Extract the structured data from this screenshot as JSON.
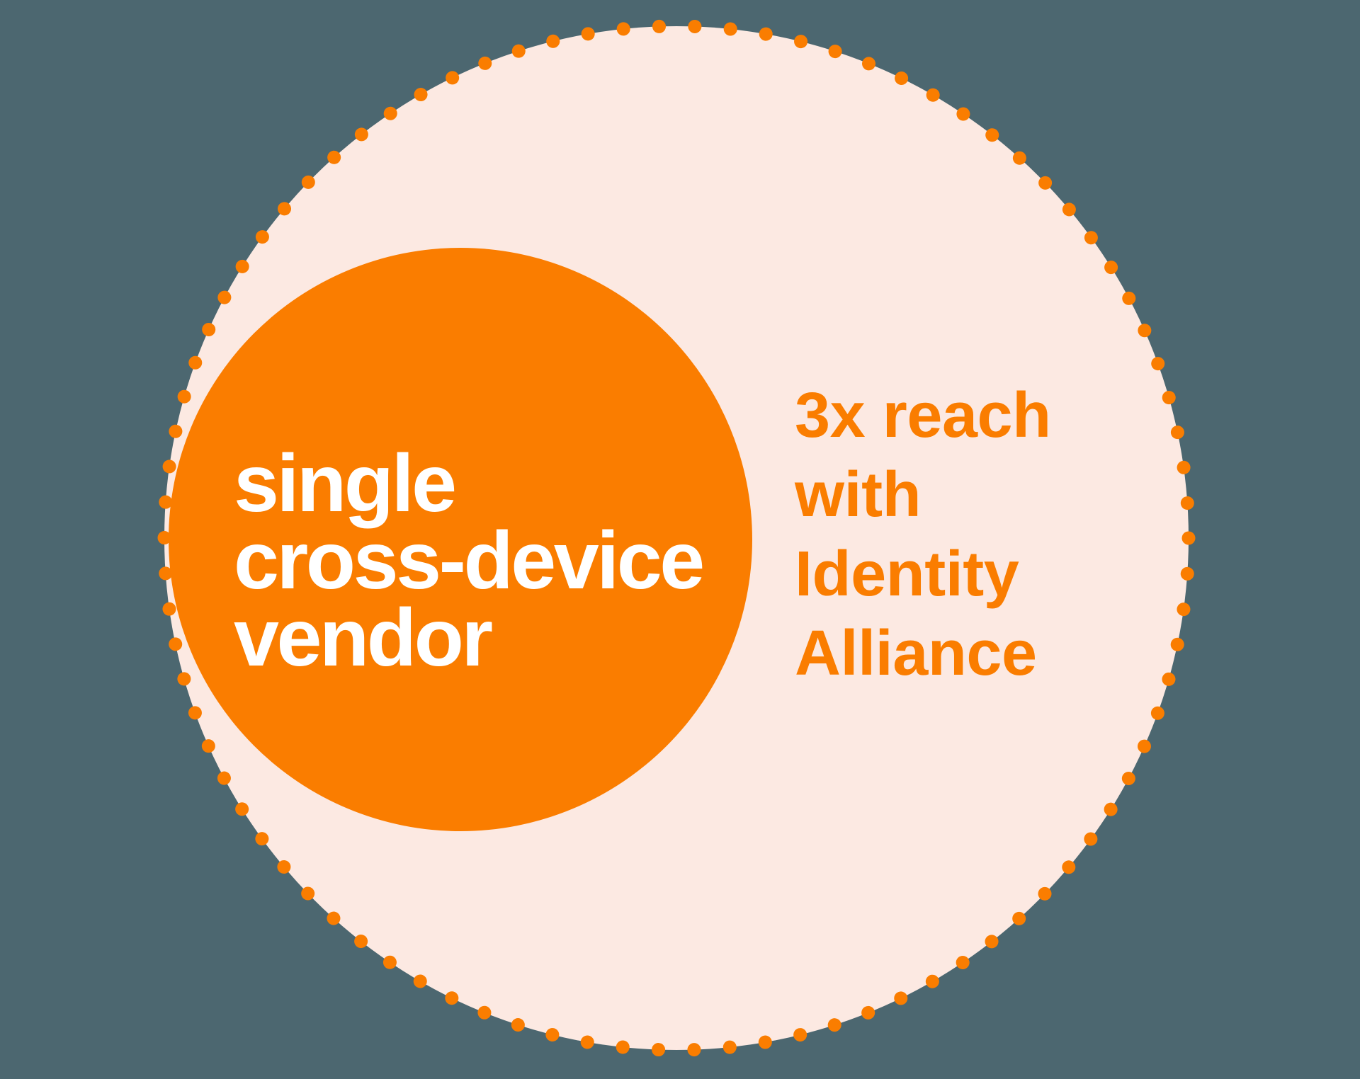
{
  "colors": {
    "background": "#4C6770",
    "outer_circle_fill": "#FCE9E2",
    "dot_border": "#FA7D00",
    "inner_circle_fill": "#FA7D00",
    "inner_label": "#FFFFFF",
    "outer_label": "#FA7D00"
  },
  "diagram": {
    "type": "circle-containment-venn",
    "inner_circle": {
      "label": "single cross-device vendor",
      "label_lines": [
        "single",
        "cross-device",
        "vendor"
      ]
    },
    "outer_circle": {
      "label": "3x reach with Identity Alliance",
      "label_lines": [
        "3x reach",
        "with",
        "Identity",
        "Alliance"
      ]
    }
  }
}
